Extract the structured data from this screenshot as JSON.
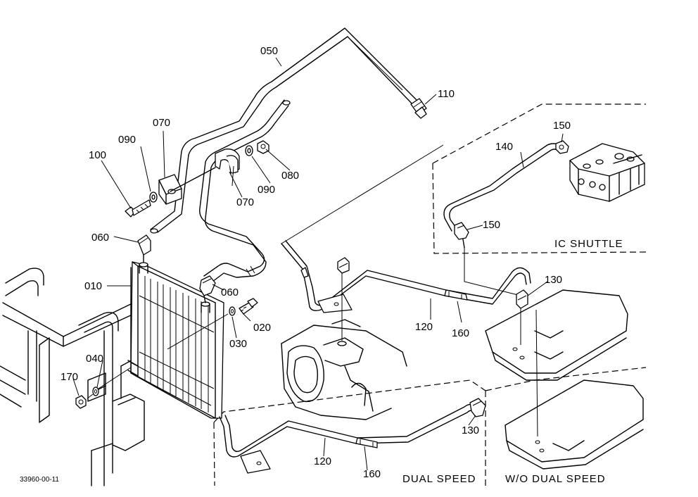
{
  "figure": {
    "code": "33960-00-11",
    "labels": {
      "p010": "010",
      "p020": "020",
      "p030": "030",
      "p040": "040",
      "p050": "050",
      "p060a": "060",
      "p060b": "060",
      "p070a": "070",
      "p070b": "070",
      "p080": "080",
      "p090a": "090",
      "p090b": "090",
      "p100": "100",
      "p110": "110",
      "p120a": "120",
      "p120b": "120",
      "p130a": "130",
      "p130b": "130",
      "p140": "140",
      "p150a": "150",
      "p150b": "150",
      "p160a": "160",
      "p160b": "160",
      "p170": "170"
    },
    "captions": {
      "ic_shuttle": "IC SHUTTLE",
      "dual_speed": "DUAL SPEED",
      "wo_dual_speed": "W/O DUAL SPEED"
    }
  }
}
